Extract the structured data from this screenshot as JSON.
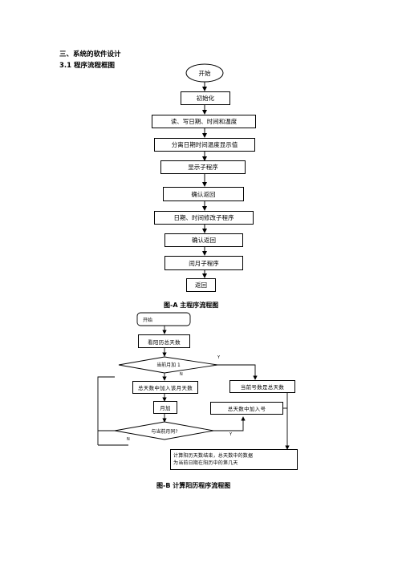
{
  "section_heading": "三、系统的软件设计",
  "subsection_heading": "3.1 程序流程框图",
  "main_flow": {
    "start": "开始",
    "steps": [
      "初始化",
      "读、写日期、时间和温度",
      "分离日期时间温度显示值",
      "显示子程序",
      "确认返回",
      "日期、时间修改子程序",
      "确认返回",
      "闰月子程序",
      "返回"
    ],
    "caption": "图-A 主程序流程图"
  },
  "calendar_flow": {
    "start": "开始",
    "read_days": "看阳历总天数",
    "decision_month": "当前月加 1",
    "yes_label": "Y",
    "no_label": "N",
    "add_month_days": "总天数中加入该月天数",
    "current_day_is_total": "当前号数是总天数",
    "month_add": "月加",
    "add_day": "总天数中加入号",
    "decision_equal": "与当前月同?",
    "yes_label2": "Y",
    "no_label2": "N",
    "end_text_line1": "计算阳历天数结束，总天数中的数据",
    "end_text_line2": "为当前日期在阳历中的第几天",
    "caption": "图-B 计算阳历程序流程图"
  }
}
